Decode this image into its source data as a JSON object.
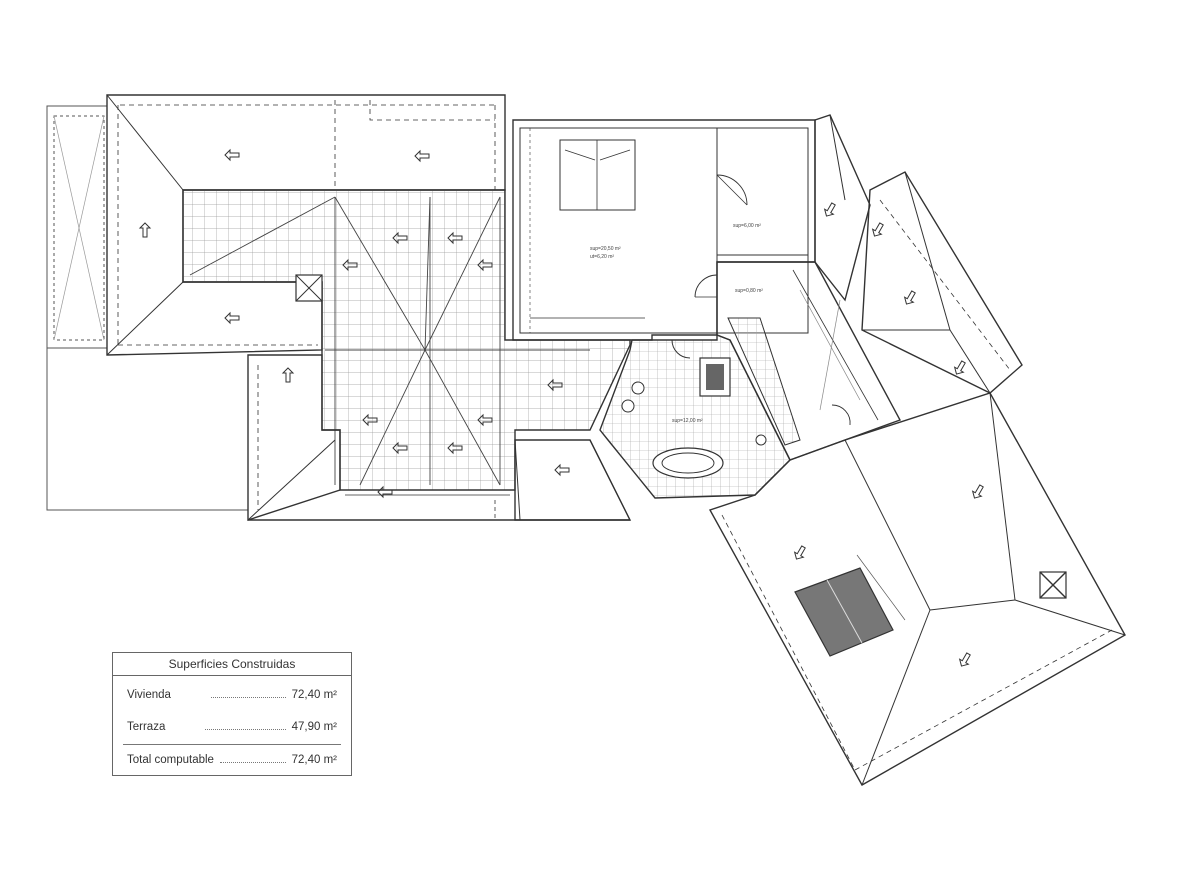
{
  "surfaces": {
    "title": "Superficies Construidas",
    "rows": [
      {
        "label": "Vivienda",
        "value": "72,40 m²"
      },
      {
        "label": "Terraza",
        "value": "47,90 m²"
      },
      {
        "label": "Total computable",
        "value": "72,40 m²"
      }
    ]
  },
  "room_labels": {
    "bedroom_area": "sup=20,50 m²",
    "bedroom_area2": "ut=6,20 m²",
    "closet_area": "sup=6,00 m²",
    "hall_area": "sup=0,80 m²",
    "bath_area": "sup=12,00 m²"
  },
  "colors": {
    "line": "#333333",
    "grid": "#9a9a9a",
    "skylight": "#777777"
  }
}
